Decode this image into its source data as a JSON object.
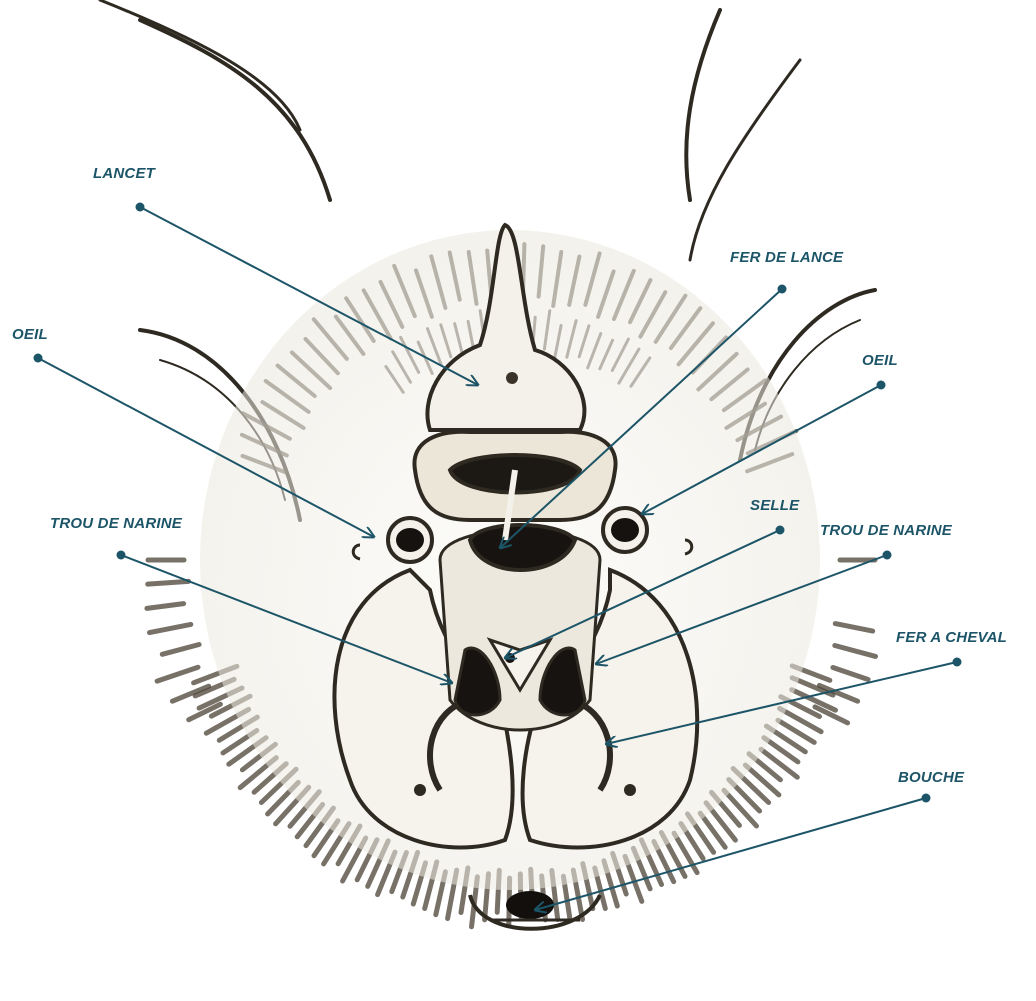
{
  "colors": {
    "annotation": "#1d5568",
    "ink": "#2e2a22",
    "fur": "#4a4236",
    "shade": "#d9d4c6",
    "membrane": "#f2efe8"
  },
  "illustration": {
    "subject": "bat-face-noseleaf-drawing"
  },
  "labels": {
    "lancet": "LANCET",
    "fer_de_lance": "FER DE LANCE",
    "oeil_left": "OEIL",
    "oeil_right": "OEIL",
    "selle": "SELLE",
    "trou_narine_left": "TROU DE NARINE",
    "trou_narine_right": "TROU DE NARINE",
    "fer_a_cheval": "FER A CHEVAL",
    "bouche": "BOUCHE"
  }
}
